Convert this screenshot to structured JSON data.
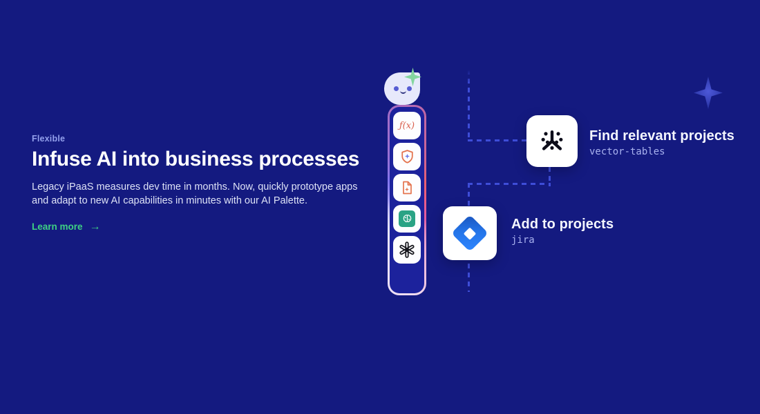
{
  "page": {
    "background": "#141a80",
    "accent_green": "#3ed183",
    "dash_blue": "#3e4dd8"
  },
  "hero": {
    "eyebrow": "Flexible",
    "title": "Infuse AI into business processes",
    "body_lines": [
      "Legacy iPaaS measures dev time in months. Now, quickly prototype apps",
      "and adapt to new AI capabilities in minutes with our AI Palette."
    ],
    "cta": {
      "label": "Learn more",
      "arrow": "→"
    }
  },
  "palette": {
    "tiles": [
      {
        "name": "function-icon",
        "glyph": "ƒ(x)"
      },
      {
        "name": "shield-sparkle-icon"
      },
      {
        "name": "document-sparkle-icon"
      },
      {
        "name": "ai-brain-icon"
      },
      {
        "name": "openai-icon"
      }
    ]
  },
  "mascot": {
    "name": "ai-palette-mascot",
    "sparkle": "green-sparkle-icon"
  },
  "nodes": [
    {
      "icon": "vector-tables-icon",
      "title": "Find relevant projects",
      "subtitle": "vector-tables"
    },
    {
      "icon": "jira-icon",
      "title": "Add to projects",
      "subtitle": "jira"
    }
  ],
  "decor": {
    "top_right": "four-point-star-icon"
  }
}
